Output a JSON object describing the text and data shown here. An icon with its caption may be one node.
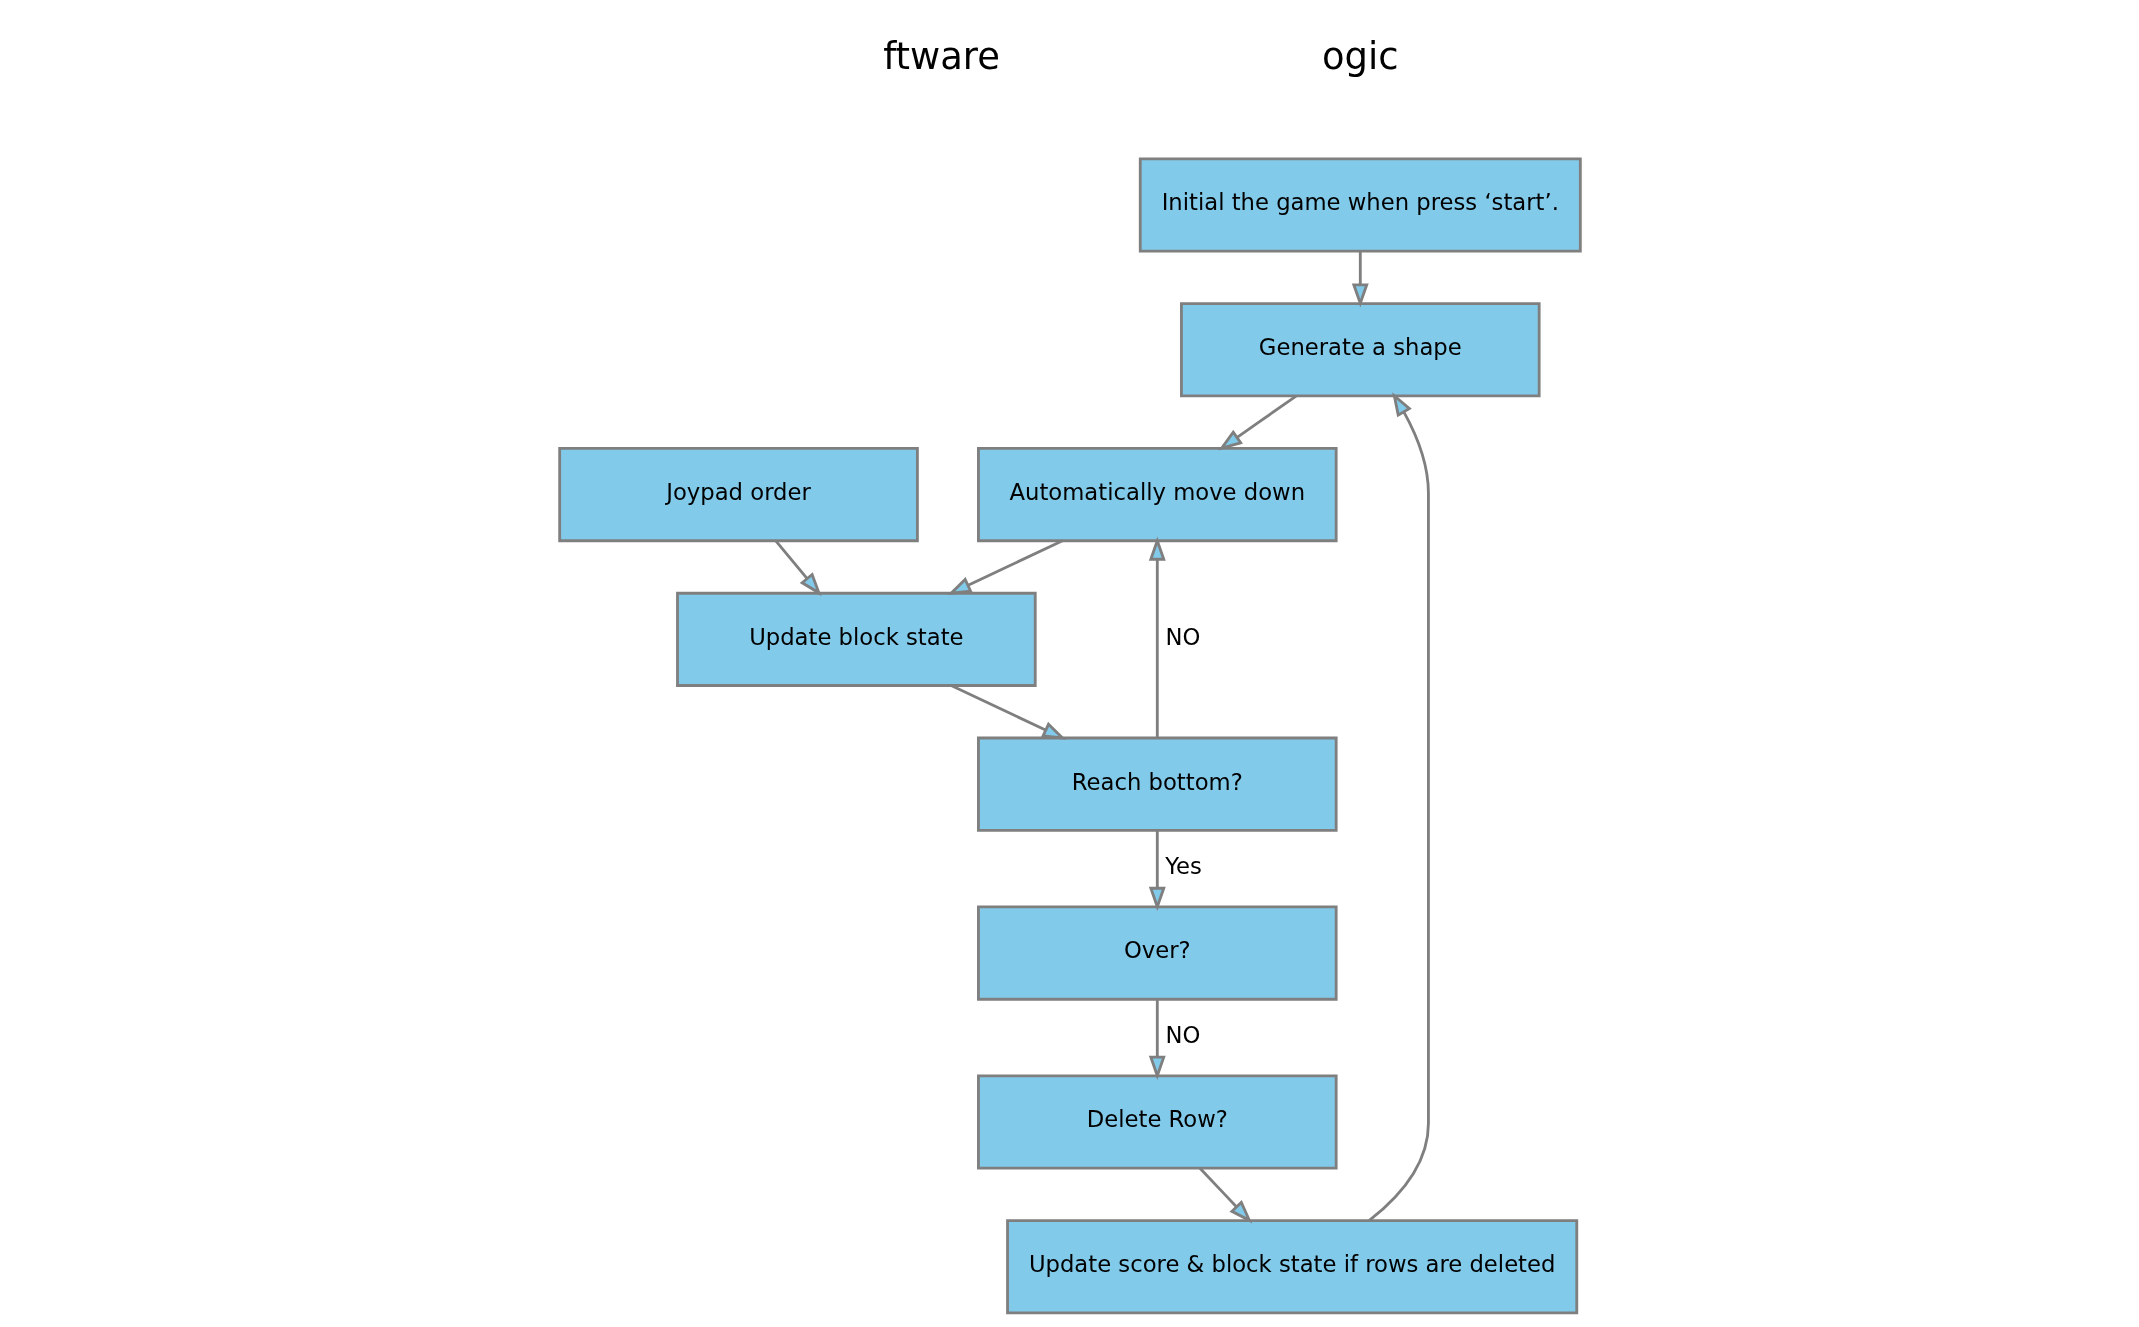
{
  "diagram": {
    "nodes": [
      {
        "text": [
          "Initial the game when press ‘start’."
        ]
      },
      {
        "text": [
          "Generate a shape"
        ]
      },
      {
        "text": [
          "Automatically move down"
        ]
      },
      {
        "text": [
          "Joypad order"
        ]
      },
      {
        "text": [
          "Update block state"
        ]
      },
      {
        "text": [
          "Reach bottom?"
        ]
      },
      {
        "text": [
          "Over?"
        ]
      },
      {
        "text": [
          "Delete Row?"
        ]
      },
      {
        "text": [
          "Update score & block state if rows are deleted"
        ]
      }
    ],
    "edges": [
      {
        "from": 0,
        "to": 1,
        "arrow": "to"
      },
      {
        "from": 1,
        "to": 2,
        "arrow": "to"
      },
      {
        "from": 2,
        "to": 4,
        "arrow": "to"
      },
      {
        "from": 3,
        "to": 4,
        "arrow": "to"
      },
      {
        "from": 4,
        "to": 5,
        "arrow": "to"
      },
      {
        "from": 5,
        "to": 2,
        "arrow": "to",
        "label": "NO"
      },
      {
        "from": 5,
        "to": 6,
        "arrow": "to",
        "label": "Yes"
      },
      {
        "from": 6,
        "to": 7,
        "arrow": "to",
        "label": "NO"
      },
      {
        "from": 7,
        "to": 8,
        "arrow": "to"
      },
      {
        "from": 8,
        "to": 1,
        "arrow": "to"
      }
    ],
    "labels": [
      "ftware",
      "ogic"
    ]
  }
}
